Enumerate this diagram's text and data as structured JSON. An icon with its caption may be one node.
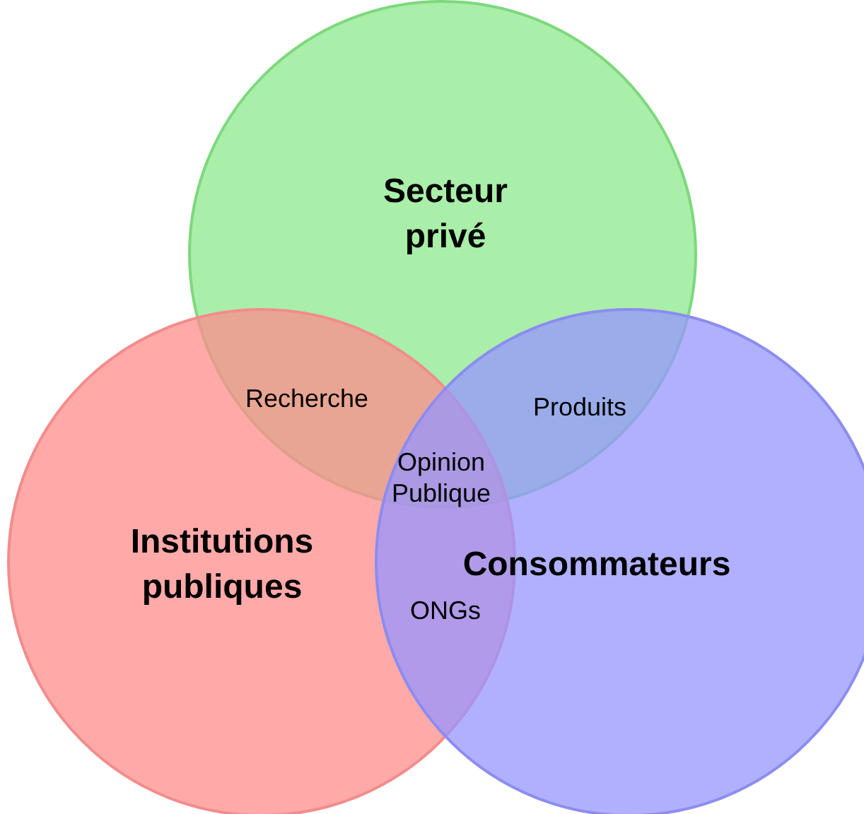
{
  "diagram": {
    "nodes": [
      {
        "text": [
          "Secteur privé"
        ]
      },
      {
        "text": [
          "Institutions publiques"
        ]
      },
      {
        "text": [
          "Consommateurs"
        ]
      }
    ],
    "labels": [
      "Recherche",
      "Produits",
      "Opinion Publique",
      "ONGs"
    ]
  }
}
